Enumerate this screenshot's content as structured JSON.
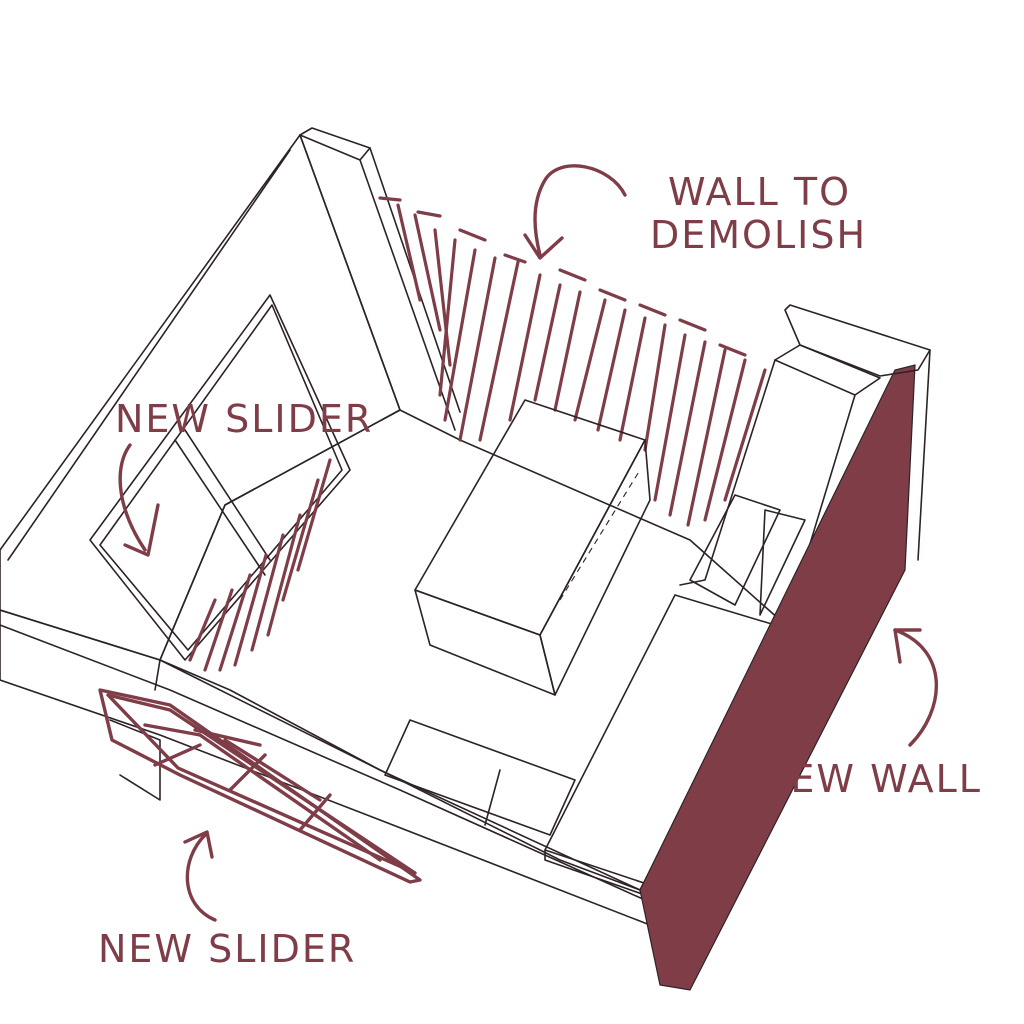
{
  "colors": {
    "accent": "#7f3d48",
    "line": "#2d2326",
    "background": "#ffffff"
  },
  "annotations": {
    "demolish_line1": "WALL TO",
    "demolish_line2": "DEMOLISH",
    "new_slider_top": "NEW SLIDER",
    "new_wall": "NEW WALL",
    "new_slider_bottom": "NEW SLIDER"
  }
}
